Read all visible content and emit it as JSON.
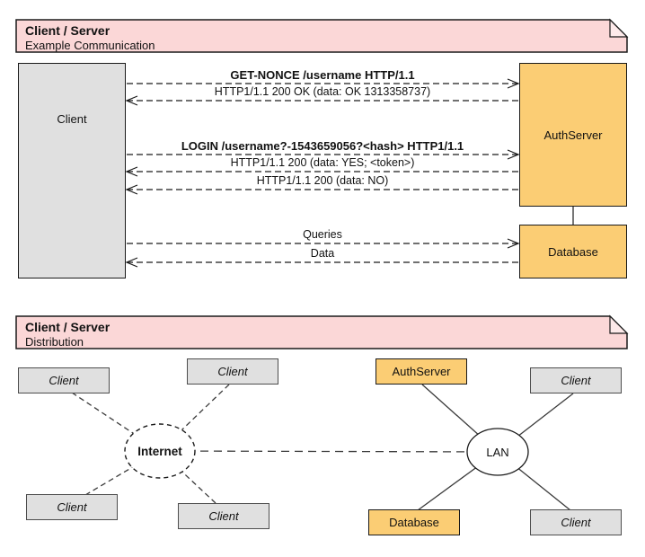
{
  "colors": {
    "note_fill": "#fbd7d7",
    "note_fold_fill": "#fdeaea",
    "gray_fill": "#e0e0e0",
    "orange_fill": "#fbcd74",
    "line_color": "#1a1a1a"
  },
  "sequence": {
    "header": {
      "title": "Client / Server",
      "subtitle": "Example Communication"
    },
    "client": "Client",
    "authserver": "AuthServer",
    "database": "Database",
    "messages": [
      {
        "label": "GET-NONCE /username HTTP/1.1",
        "direction": "right",
        "style": "bold"
      },
      {
        "label": "HTTP1/1.1 200 OK (data: OK 1313358737)",
        "direction": "left",
        "style": "normal"
      },
      {
        "label": "LOGIN /username?-1543659056?<hash> HTTP1/1.1",
        "direction": "right",
        "style": "bold"
      },
      {
        "label": "HTTP1/1.1 200 (data: YES; <token>)",
        "direction": "left",
        "style": "normal"
      },
      {
        "label": "HTTP1/1.1 200 (data: NO)",
        "direction": "left",
        "style": "normal"
      },
      {
        "label": "Queries",
        "direction": "right",
        "style": "normal"
      },
      {
        "label": "Data",
        "direction": "left",
        "style": "normal"
      }
    ]
  },
  "distribution": {
    "header": {
      "title": "Client / Server",
      "subtitle": "Distribution"
    },
    "internet": "Internet",
    "lan": "LAN",
    "internet_clients": [
      "Client",
      "Client",
      "Client",
      "Client"
    ],
    "lan_clients": [
      "Client",
      "Client"
    ],
    "authserver": "AuthServer",
    "database": "Database"
  }
}
